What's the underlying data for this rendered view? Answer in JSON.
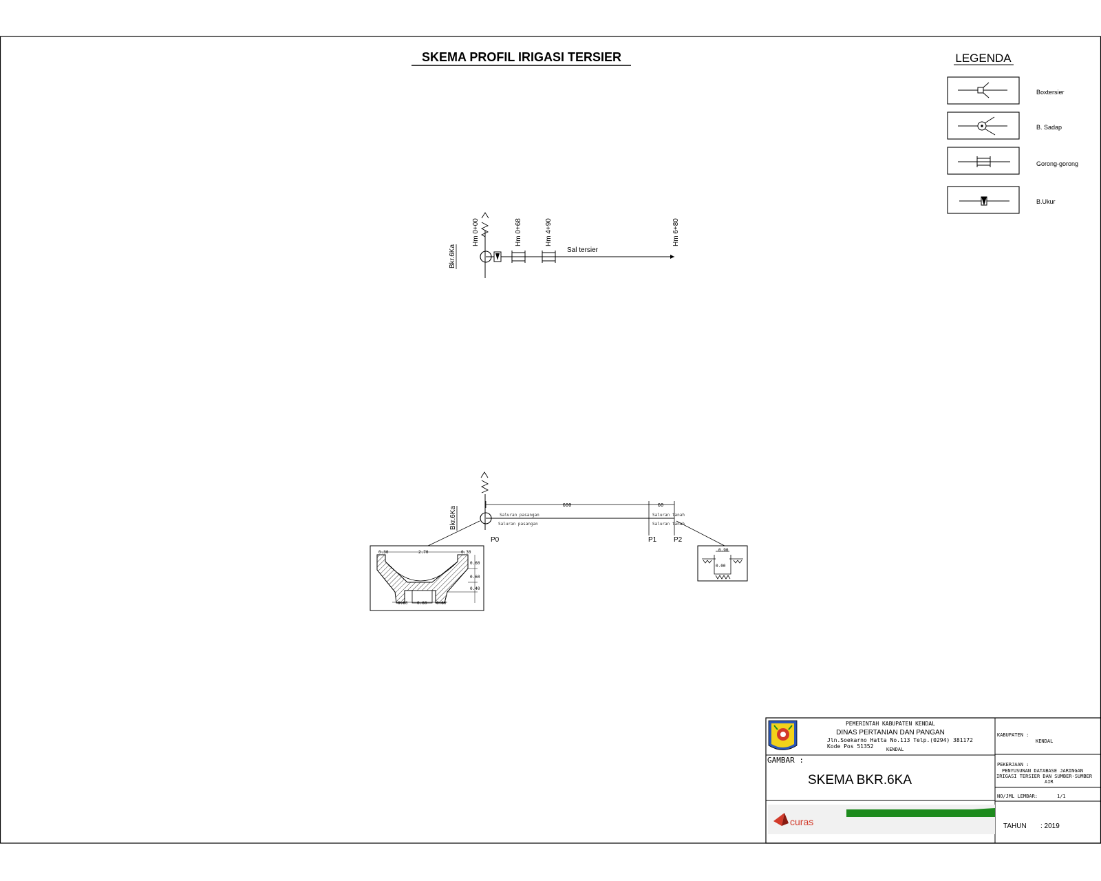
{
  "title": "SKEMA PROFIL IRIGASI TERSIER",
  "legend": {
    "heading": "LEGENDA",
    "items": [
      {
        "label": "Boxtersier",
        "icon": "box-tersier-symbol"
      },
      {
        "label": "B. Sadap",
        "icon": "bangunan-sadap-symbol"
      },
      {
        "label": "Gorong-gorong",
        "icon": "culvert-symbol"
      },
      {
        "label": "B.Ukur",
        "icon": "measuring-structure-symbol"
      }
    ]
  },
  "scheme": {
    "source_label": "Bkr.6Ka",
    "stations": [
      "Hm 0+00",
      "Hm 0+68",
      "Hm 4+90",
      "Hm 6+80"
    ],
    "channel_label": "Sal tersier"
  },
  "profile": {
    "source_label": "Bkr.6Ka",
    "points": [
      "P0",
      "P1",
      "P2"
    ],
    "dim_main": "600",
    "dim_end": "60",
    "notes_left": [
      "Saluran pasangan",
      "Saluran pasangan"
    ],
    "notes_right": [
      "Saluran tanah",
      "Saluran tanah"
    ],
    "left_section_dims": [
      "0.30",
      "2.70",
      "0.30",
      "0.60",
      "0.60",
      "0.40",
      "0.60",
      "0.60",
      "0.60"
    ],
    "right_section_dims": [
      "0.90",
      "0.00"
    ]
  },
  "title_block": {
    "gov": "PEMERINTAH KABUPATEN KENDAL",
    "agency": "DINAS PERTANIAN DAN PANGAN",
    "address": "Jln.Soekarno Hatta No.113 Telp.(0294) 381172",
    "postal": "Kode Pos 51352",
    "city": "KENDAL",
    "kabupaten_label": "KABUPATEN :",
    "kabupaten_value": "KENDAL",
    "gambar_label": "GAMBAR :",
    "gambar_value": "SKEMA BKR.6KA",
    "pekerjaan_label": "PEKERJAAN :",
    "pekerjaan_value": [
      "PENYUSUNAN DATABASE JARINGAN",
      "IRIGASI TERSIER DAN SUMBER-SUMBER",
      "AIR"
    ],
    "lembar_label": "NO/JML LEMBAR:",
    "lembar_value": "1/1",
    "tahun_label": "TAHUN",
    "tahun_value": ": 2019",
    "consultant_logo": "curas"
  },
  "colors": {
    "stripe": "#1d8a1d",
    "logo_red": "#d23a2a",
    "emblem_yellow": "#f2d21b",
    "emblem_blue": "#2a56b8"
  }
}
